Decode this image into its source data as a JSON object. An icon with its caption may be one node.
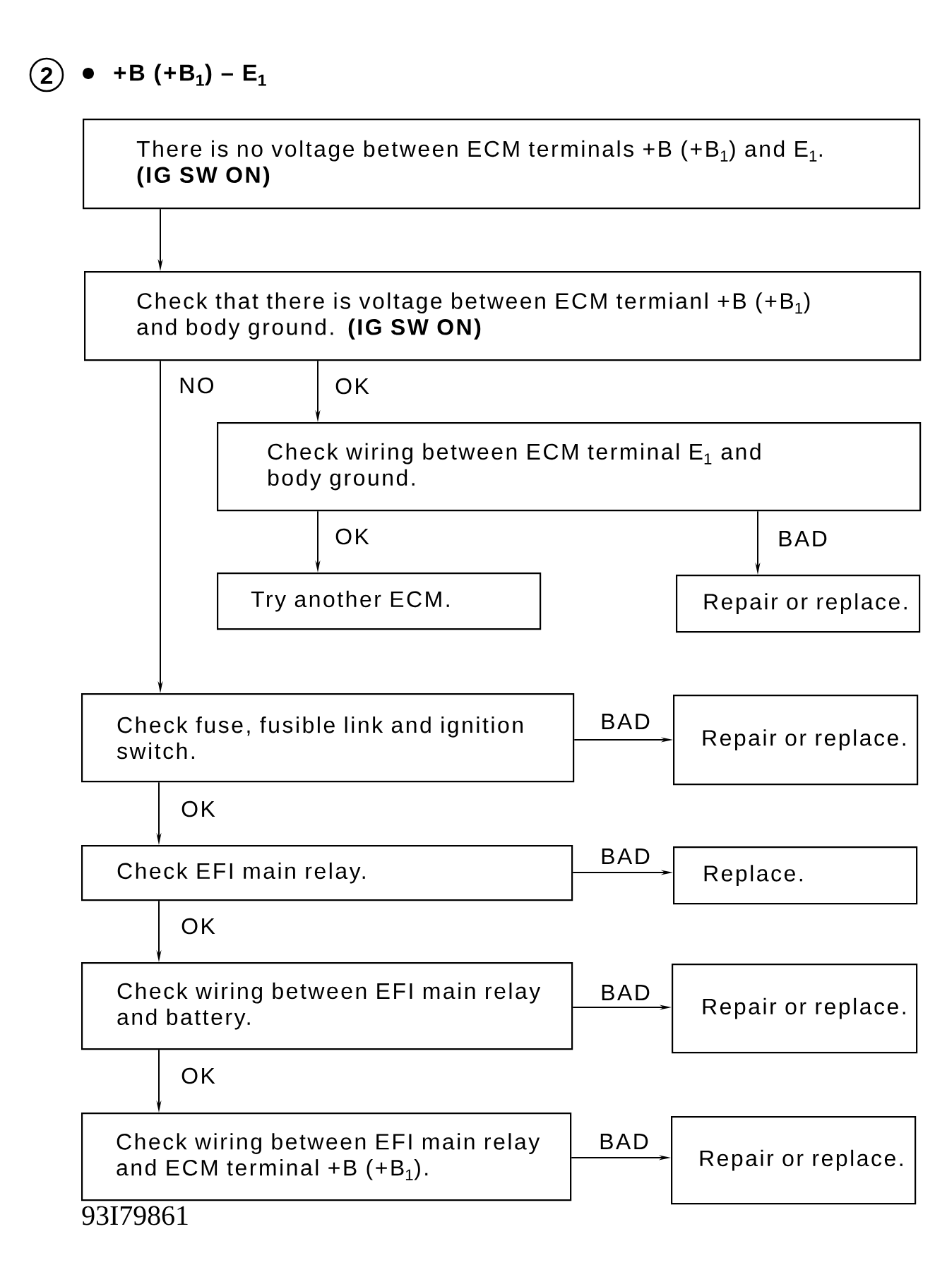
{
  "diagram": {
    "title": "+B (+B$_{1}$) – E$_{1}$",
    "nodes": [
      {
        "text": [
          "There is no voltage between ECM terminals +B (+B$_{1}$) and E$_{1}$. **(IG SW ON)**"
        ]
      },
      {
        "text": [
          "Check that there is voltage between ECM termianl +B (+B$_{1}$) and body ground. **(IG SW ON)**"
        ]
      },
      {
        "text": [
          "Check wiring between ECM terminal E$_{1}$ and body ground."
        ]
      },
      {
        "text": [
          "Try another ECM."
        ]
      },
      {
        "text": [
          "Repair or replace."
        ]
      },
      {
        "text": [
          "Check fuse, fusible link and ignition switch."
        ]
      },
      {
        "text": [
          "Repair or replace."
        ]
      },
      {
        "text": [
          "Check EFI main relay."
        ]
      },
      {
        "text": [
          "Replace."
        ]
      },
      {
        "text": [
          "Check wiring between EFI main relay and battery."
        ]
      },
      {
        "text": [
          "Repair or replace."
        ]
      },
      {
        "text": [
          "Check wiring between EFI main relay and ECM terminal +B (+B$_{1}$)."
        ]
      },
      {
        "text": [
          "Repair or replace."
        ]
      }
    ],
    "edges": [
      {
        "from": 0,
        "to": 1,
        "arrow": "to"
      },
      {
        "from": 1,
        "to": 5,
        "arrow": "to",
        "label": "NO"
      },
      {
        "from": 1,
        "to": 2,
        "arrow": "to",
        "label": "OK"
      },
      {
        "from": 2,
        "to": 3,
        "arrow": "to",
        "label": "OK"
      },
      {
        "from": 2,
        "to": 4,
        "arrow": "to",
        "label": "BAD"
      },
      {
        "from": 5,
        "to": 6,
        "arrow": "to",
        "label": "BAD"
      },
      {
        "from": 5,
        "to": 7,
        "arrow": "to",
        "label": "OK"
      },
      {
        "from": 7,
        "to": 8,
        "arrow": "to",
        "label": "BAD"
      },
      {
        "from": 7,
        "to": 9,
        "arrow": "to",
        "label": "OK"
      },
      {
        "from": 9,
        "to": 10,
        "arrow": "to",
        "label": "BAD"
      },
      {
        "from": 9,
        "to": 11,
        "arrow": "to",
        "label": "OK"
      },
      {
        "from": 11,
        "to": 12,
        "arrow": "to",
        "label": "BAD"
      }
    ],
    "labels": [
      "2",
      "93I79861"
    ]
  }
}
